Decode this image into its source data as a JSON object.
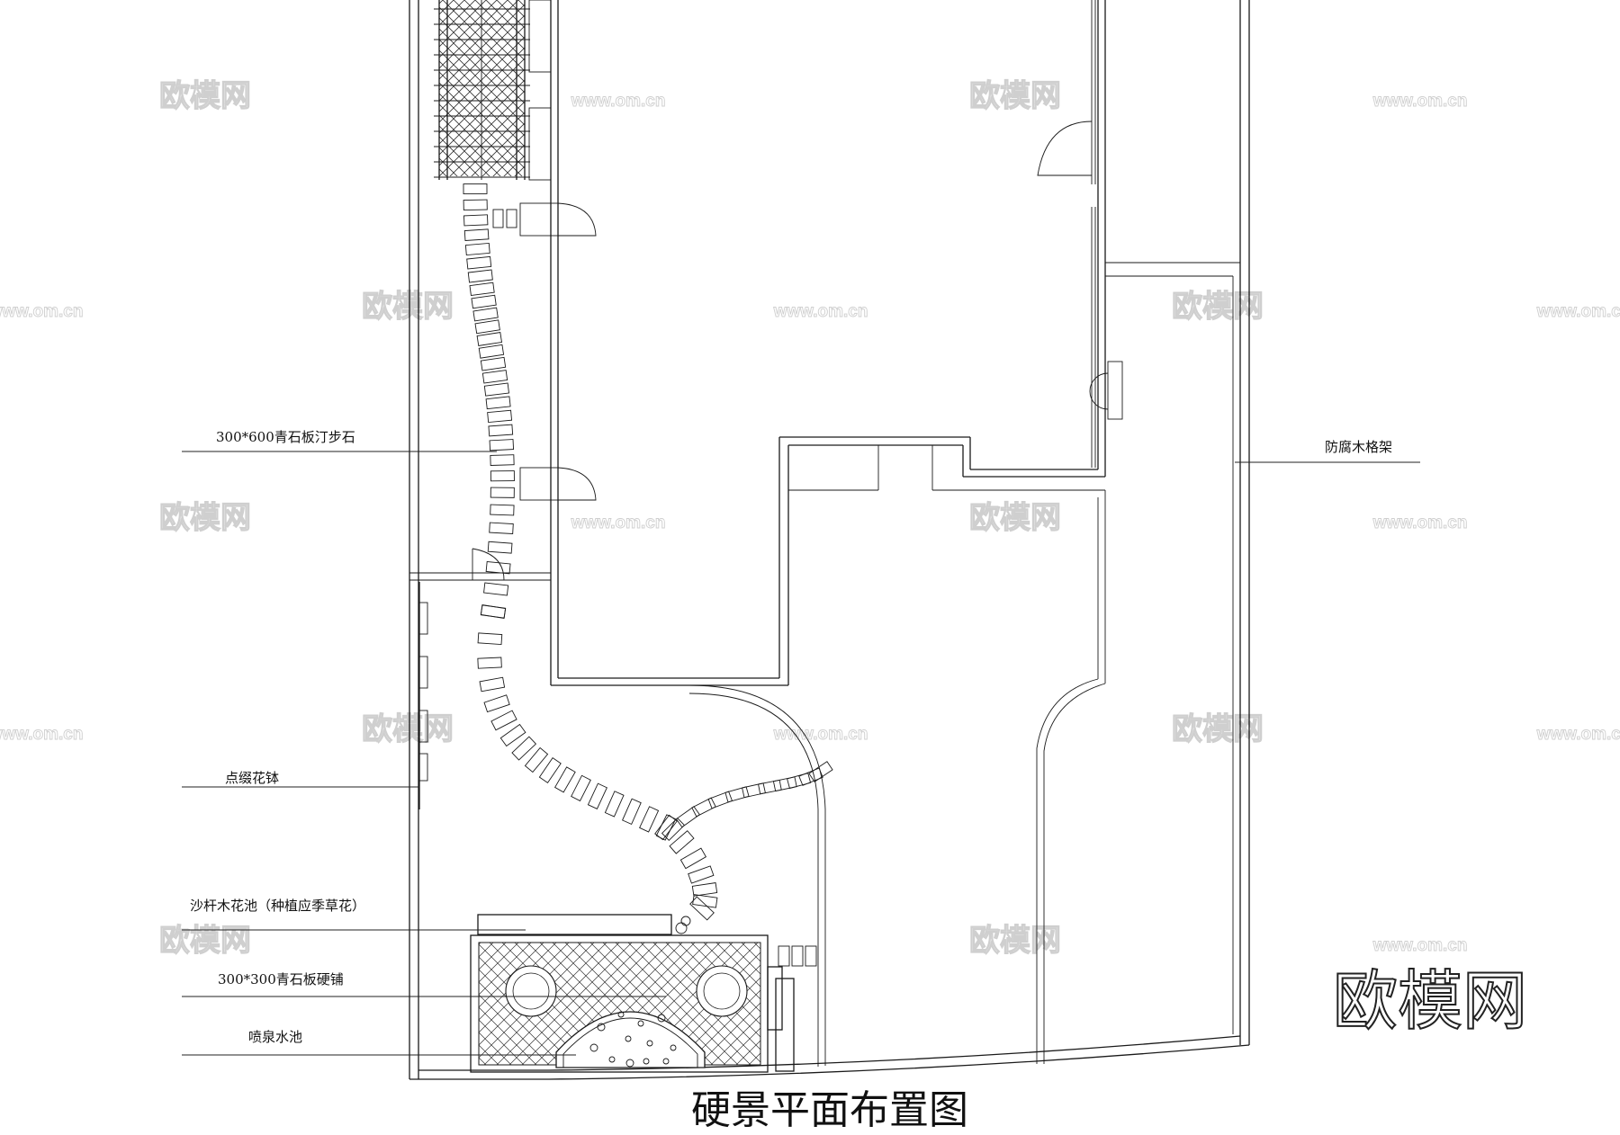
{
  "drawing_title": "硬景平面布置图",
  "watermark": {
    "brand": "欧模网",
    "url": "www.om.cn"
  },
  "logo_text": "欧模网",
  "callouts": {
    "stepping_stone": "300*600青石板汀步石",
    "flower_pots": "点缀花钵",
    "planter": "沙杆木花池（种植应季草花）",
    "paving": "300*300青石板硬铺",
    "fountain": "喷泉水池",
    "timber_trellis": "防腐木格架"
  }
}
